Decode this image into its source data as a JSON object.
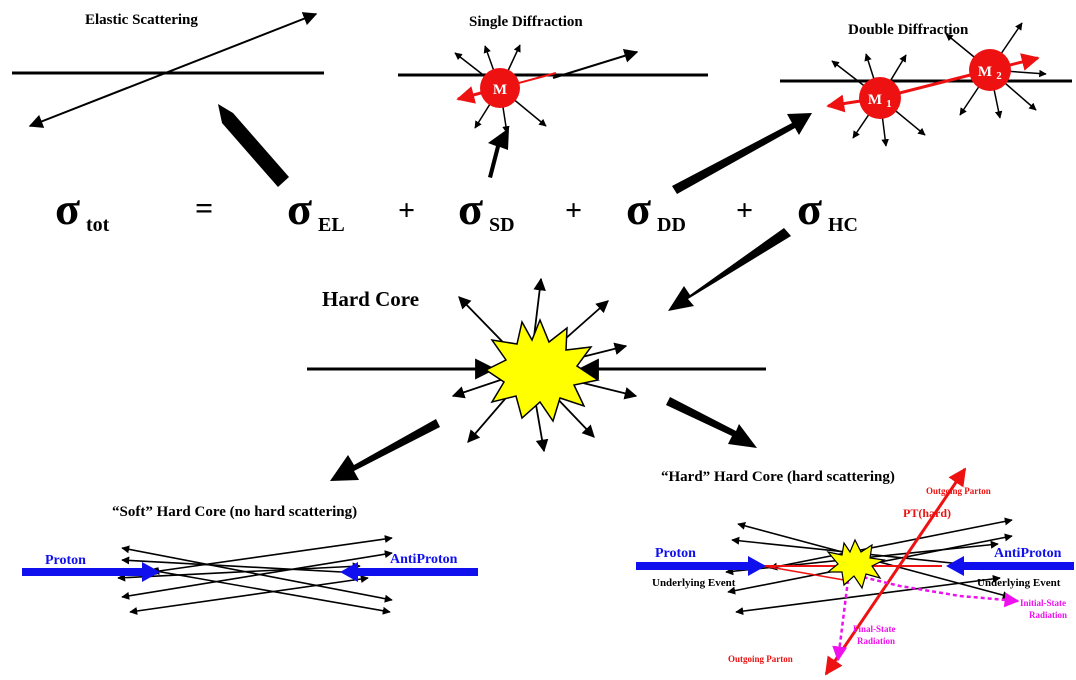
{
  "titles": {
    "elastic": "Elastic Scattering",
    "single": "Single Diffraction",
    "double": "Double Diffraction",
    "hard_core": "Hard Core",
    "soft_hard_core": "“Soft” Hard Core (no hard scattering)",
    "hard_hard_core": "“Hard” Hard Core (hard scattering)"
  },
  "equation": {
    "sigma": "σ",
    "tot": "tot",
    "equals": "=",
    "el": "EL",
    "plus": "+",
    "sd": "SD",
    "dd": "DD",
    "hc": "HC"
  },
  "masses": {
    "m": "M",
    "m1_base": "M",
    "m1_sub": "1",
    "m2_base": "M",
    "m2_sub": "2"
  },
  "labels": {
    "proton": "Proton",
    "antiproton": "AntiProton",
    "underlying_event": "Underlying Event",
    "outgoing_parton": "Outgoing Parton",
    "pt_hard": "PT(hard)",
    "initial_state_1": "Initial-State",
    "initial_state_2": "Radiation",
    "final_state_1": "Final-State",
    "final_state_2": "Radiation"
  },
  "colors": {
    "beam_blue": "#1010ee",
    "blob_red": "#ee1111",
    "star_yellow": "#ffff00",
    "parton_red": "#ee1111",
    "radiation_magenta": "#ee11ee"
  }
}
